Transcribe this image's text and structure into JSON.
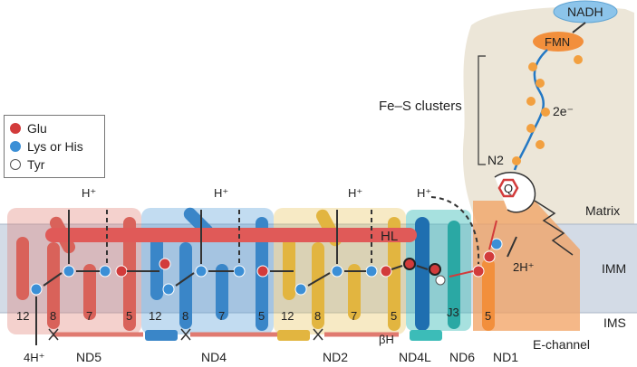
{
  "legend": {
    "items": [
      {
        "label": "Glu",
        "color": "#d23b3b"
      },
      {
        "label": "Lys or His",
        "color": "#3b8fd6"
      },
      {
        "label": "Tyr",
        "color": "#ffffff"
      }
    ]
  },
  "cofactors": {
    "nadh": "NADH",
    "fmn": "FMN",
    "fes": "Fe–S clusters",
    "electrons": "2e⁻",
    "n2": "N2",
    "q": "Q"
  },
  "protons": {
    "h_nd5": "H⁺",
    "h_nd4": "H⁺",
    "h_nd2": "H⁺",
    "h_nd4l": "H⁺",
    "h_nd1": "2H⁺",
    "out": "4H⁺"
  },
  "regions": {
    "matrix": "Matrix",
    "imm": "IMM",
    "ims": "IMS"
  },
  "helix_labels": {
    "hl": "HL",
    "bh": "βH",
    "j3": "J3",
    "e_channel": "E-channel"
  },
  "tm_numbers": {
    "nd5": [
      "12",
      "8",
      "7",
      "5"
    ],
    "nd4": [
      "12",
      "8",
      "7",
      "5"
    ],
    "nd2": [
      "12",
      "8",
      "7",
      "5"
    ],
    "nd1": [
      "5"
    ]
  },
  "subunits": {
    "nd5": "ND5",
    "nd4": "ND4",
    "nd2": "ND2",
    "nd4l": "ND4L",
    "nd6": "ND6",
    "nd1": "ND1"
  },
  "colors": {
    "membrane": "#d3dbe6",
    "peripheral": "#ece6d8",
    "nd5": "#e07a70",
    "nd4": "#4f9ad6",
    "nd2": "#e8c25a",
    "nd4l": "#1f6fb0",
    "nd6": "#3cbcb8",
    "nd1": "#f2a060",
    "glu": "#d23b3b",
    "lys": "#3b8fd6"
  }
}
